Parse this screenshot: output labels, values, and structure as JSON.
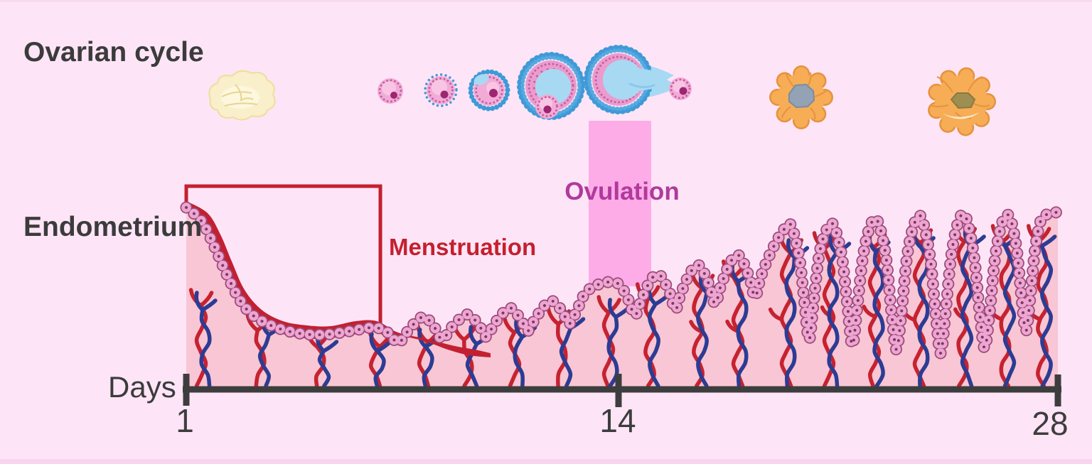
{
  "labels": {
    "ovarian_cycle": "Ovarian cycle",
    "endometrium": "Endometrium",
    "ovulation": "Ovulation",
    "menstruation": "Menstruation",
    "days": "Days"
  },
  "axis": {
    "ticks": [
      "1",
      "14",
      "28"
    ]
  },
  "ovarian_stage_icons": [
    "corpus-albicans-illustration",
    "primordial-follicle-illustration",
    "primary-follicle-illustration",
    "secondary-follicle-illustration",
    "graafian-follicle-illustration",
    "ovulating-follicle-illustration",
    "released-egg-illustration",
    "corpus-luteum-early-illustration",
    "corpus-luteum-late-illustration"
  ],
  "colors": {
    "background": "#fde5f7",
    "top_strip": "#f9d9f0",
    "bottom_strip": "#f8d5ee",
    "ovulation_band": "#fdace8",
    "ovulation_text": "#b13a9c",
    "menstruation_text": "#c4202e",
    "bracket_red": "#c4202e",
    "blood_red": "#c22031",
    "endometrium_fill": "#f8c6d4",
    "cell_pink": "#eda6d2",
    "cell_outline": "#9c4a78",
    "cell_nucleus": "#7e3760",
    "vessel_red": "#c62230",
    "vessel_blue": "#2c3c94",
    "axis_dark": "#3d3d3d",
    "text_dark": "#3b3b3b",
    "follicle_blue": "#3f9ad6",
    "follicle_blue_light": "#58abe2",
    "antrum_blue": "#a8d9f2",
    "follicle_pink": "#f2abd7",
    "follicle_pink_light": "#f8c6e4",
    "follicle_pink_deep": "#eb9bce",
    "granulosa_dot": "#c4609e",
    "oocyte_nucleus": "#9c2770",
    "luteum_orange": "#f6ad55",
    "luteum_rim": "#e6923e",
    "luteum_center_early": "#93a2b4",
    "luteum_center_late": "#9e8e52",
    "albicans_fill": "#f9efca",
    "albicans_line": "#e7d494"
  }
}
